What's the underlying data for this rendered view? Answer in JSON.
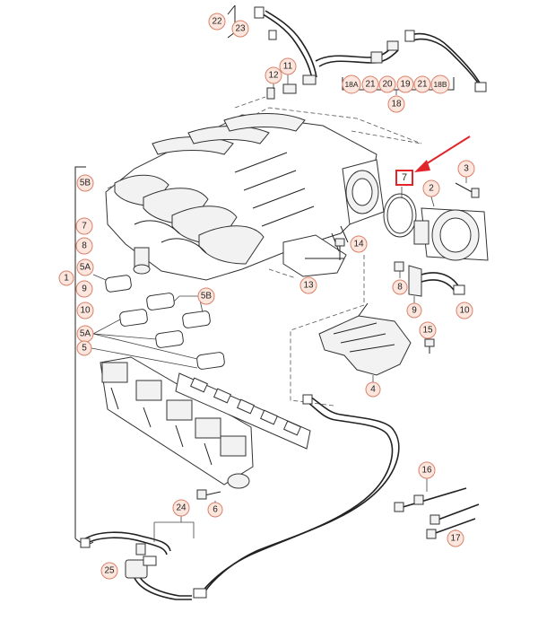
{
  "callouts": [
    {
      "id": "c22",
      "label": "22"
    },
    {
      "id": "c23",
      "label": "23"
    },
    {
      "id": "c12",
      "label": "12"
    },
    {
      "id": "c11",
      "label": "11"
    },
    {
      "id": "c18A",
      "label": "18A"
    },
    {
      "id": "c21a",
      "label": "21"
    },
    {
      "id": "c20",
      "label": "20"
    },
    {
      "id": "c19",
      "label": "19"
    },
    {
      "id": "c21b",
      "label": "21"
    },
    {
      "id": "c18B",
      "label": "18B"
    },
    {
      "id": "c18",
      "label": "18"
    },
    {
      "id": "c3",
      "label": "3"
    },
    {
      "id": "c2",
      "label": "2"
    },
    {
      "id": "c5B",
      "label": "5B"
    },
    {
      "id": "c7",
      "label": "7"
    },
    {
      "id": "c8",
      "label": "8"
    },
    {
      "id": "c5A",
      "label": "5A"
    },
    {
      "id": "c1",
      "label": "1"
    },
    {
      "id": "c9",
      "label": "9"
    },
    {
      "id": "c10",
      "label": "10"
    },
    {
      "id": "c14",
      "label": "14"
    },
    {
      "id": "c13",
      "label": "13"
    },
    {
      "id": "c5B2",
      "label": "5B"
    },
    {
      "id": "c8b",
      "label": "8"
    },
    {
      "id": "c9b",
      "label": "9"
    },
    {
      "id": "c10b",
      "label": "10"
    },
    {
      "id": "c15",
      "label": "15"
    },
    {
      "id": "c5A2",
      "label": "5A"
    },
    {
      "id": "c5",
      "label": "5"
    },
    {
      "id": "c4",
      "label": "4"
    },
    {
      "id": "c16",
      "label": "16"
    },
    {
      "id": "c6",
      "label": "6"
    },
    {
      "id": "c24",
      "label": "24"
    },
    {
      "id": "c17",
      "label": "17"
    },
    {
      "id": "c25",
      "label": "25"
    }
  ],
  "highlight": {
    "label": "7",
    "color": "#e0262b"
  },
  "colors": {
    "callout_fill": "#fde6dd",
    "callout_stroke": "#d9816a",
    "highlight": "#e0262b"
  }
}
